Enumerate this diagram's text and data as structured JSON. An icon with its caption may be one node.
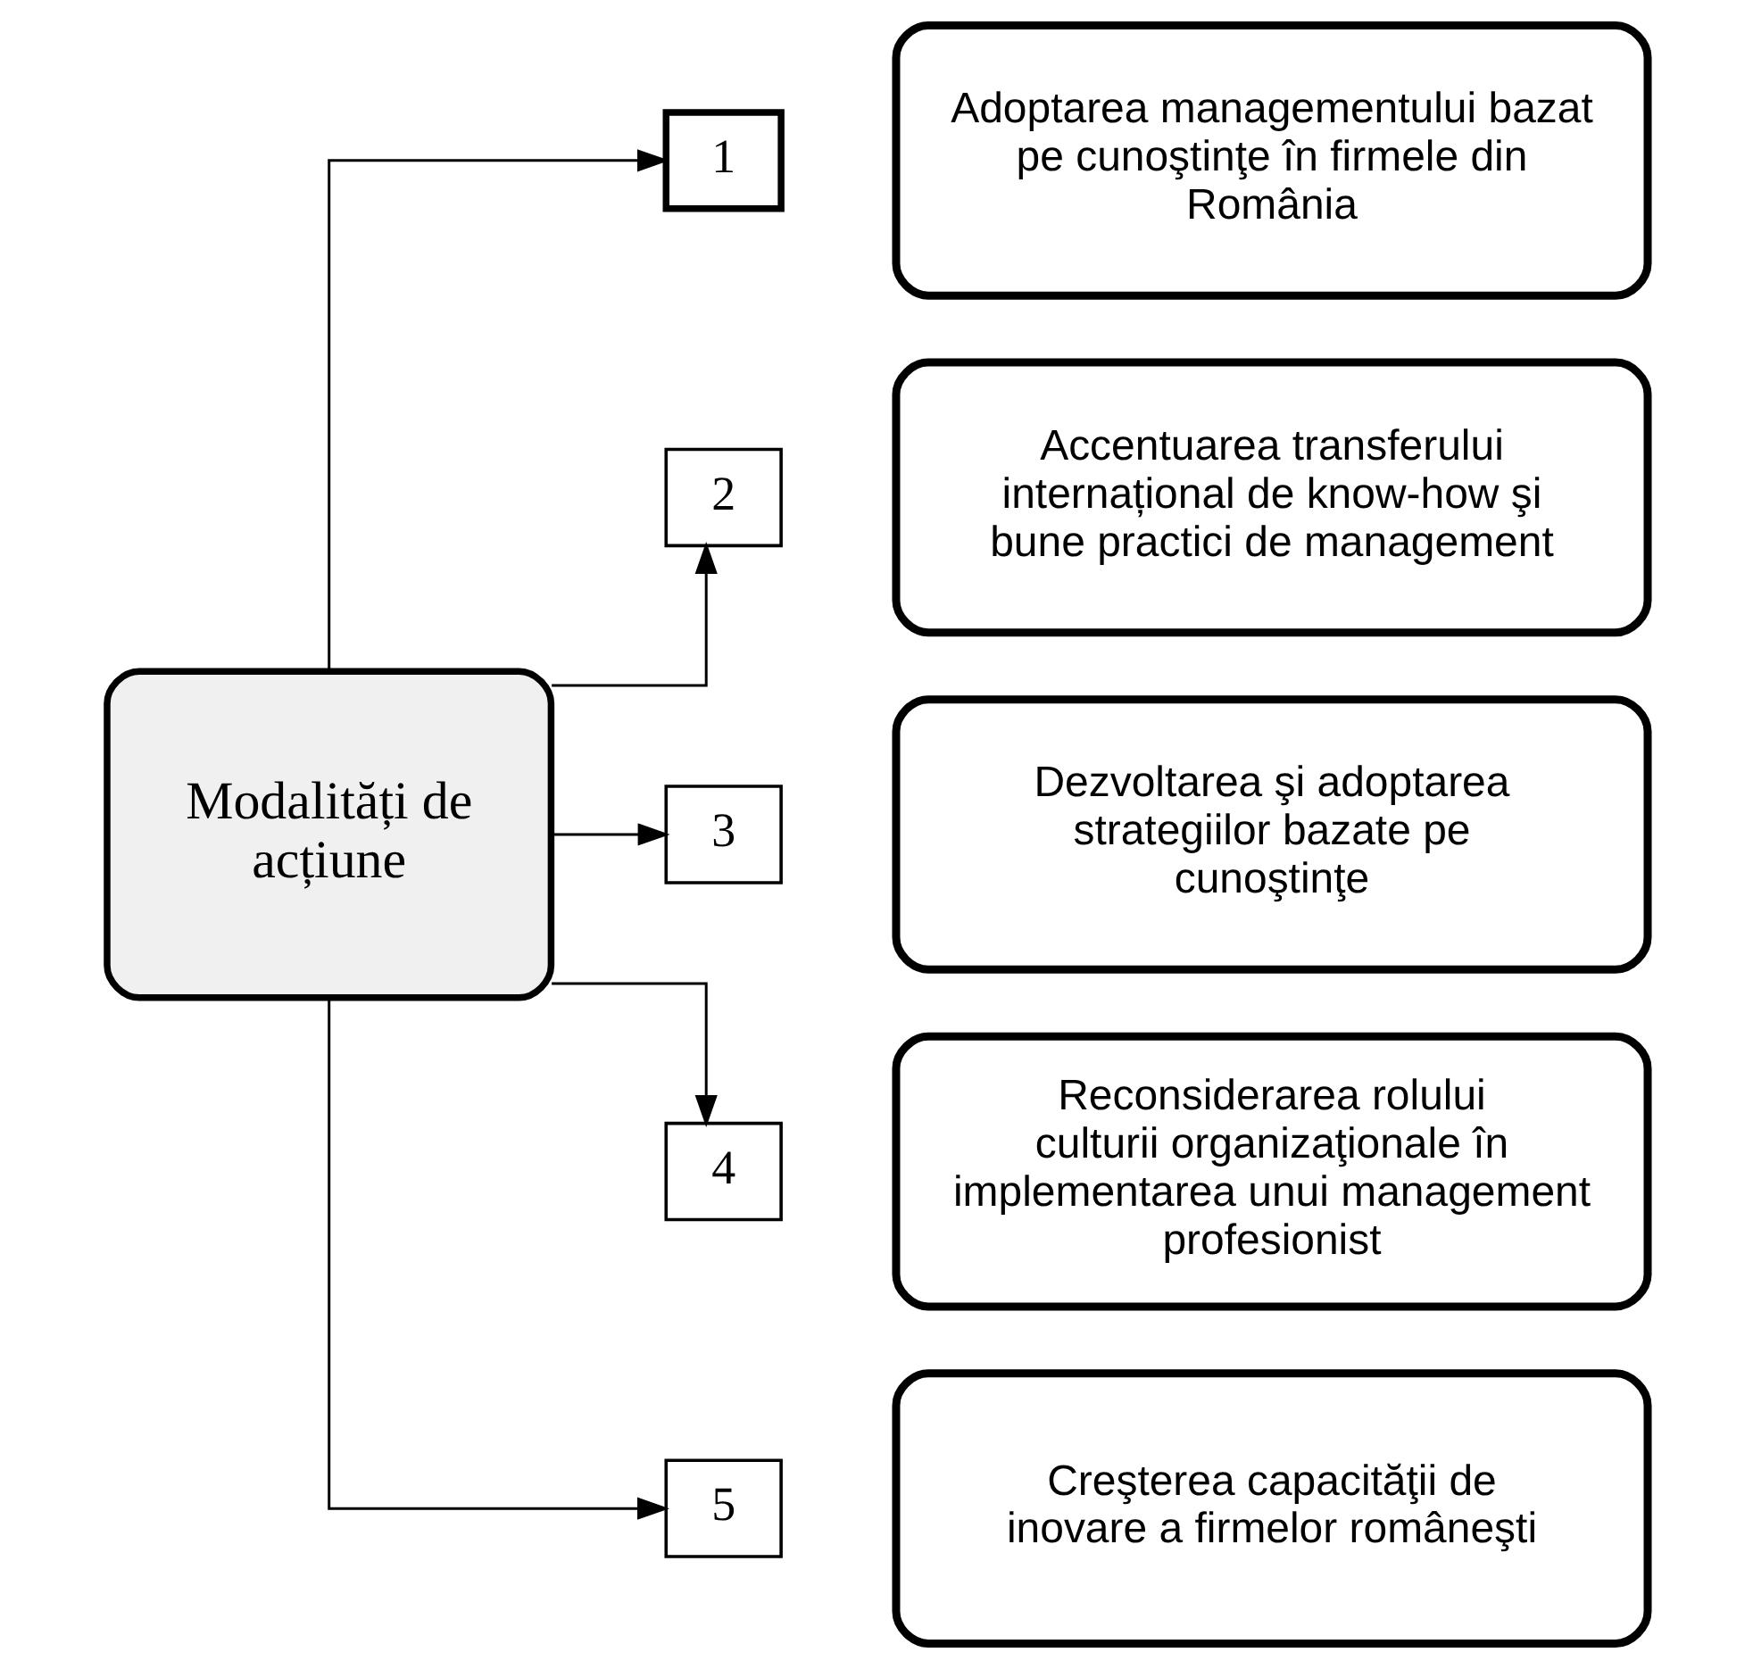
{
  "diagram": {
    "nodes": [
      {
        "text": [
          "Modalități de acțiune"
        ]
      },
      {
        "text": [
          "1"
        ]
      },
      {
        "text": [
          "2"
        ]
      },
      {
        "text": [
          "3"
        ]
      },
      {
        "text": [
          "4"
        ]
      },
      {
        "text": [
          "5"
        ]
      },
      {
        "text": [
          "Adoptarea managementului bazat pe cunoştinţe în firmele din România"
        ]
      },
      {
        "text": [
          "Accentuarea transferului internațional de know-how şi bune practici de management"
        ]
      },
      {
        "text": [
          "Dezvoltarea şi adoptarea strategiilor bazate pe cunoştinţe"
        ]
      },
      {
        "text": [
          "Reconsiderarea rolului culturii organizaţionale în implementarea unui management profesionist"
        ]
      },
      {
        "text": [
          "Creşterea capacităţii de inovare a firmelor româneşti"
        ]
      }
    ],
    "edges": [
      {
        "from": 0,
        "to": 1,
        "arrow": "to"
      },
      {
        "from": 0,
        "to": 2,
        "arrow": "to"
      },
      {
        "from": 0,
        "to": 3,
        "arrow": "to"
      },
      {
        "from": 0,
        "to": 4,
        "arrow": "to"
      },
      {
        "from": 0,
        "to": 5,
        "arrow": "to"
      }
    ]
  }
}
